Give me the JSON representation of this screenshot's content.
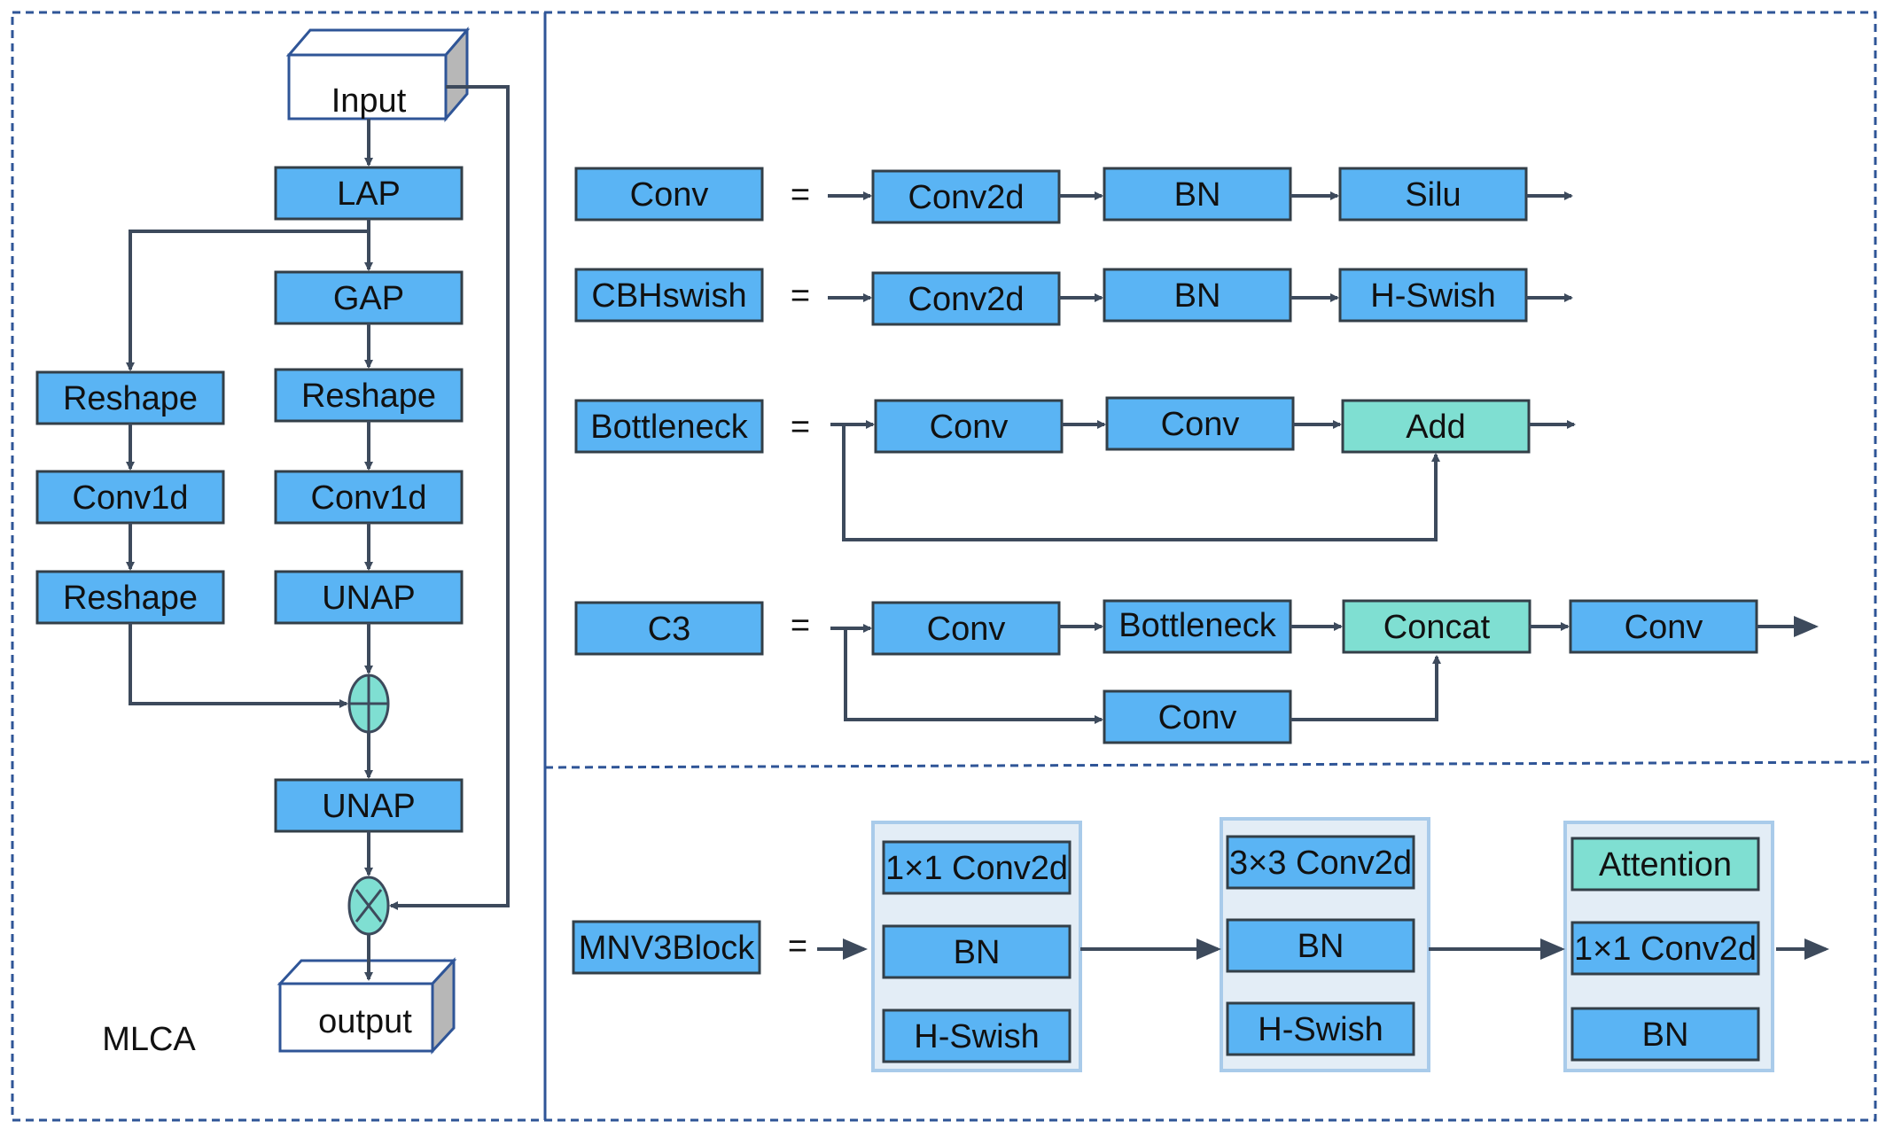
{
  "colors": {
    "block_fill": "#5ab4f4",
    "teal_fill": "#7fdfd2",
    "arrow": "#3d4a5c",
    "border_dash": "#2f5597",
    "group_fill": "#e3edf6",
    "group_stroke": "#a9cbea"
  },
  "mlca": {
    "caption": "MLCA",
    "input": "Input",
    "output": "output",
    "lap": "LAP",
    "gap": "GAP",
    "left_reshape1": "Reshape",
    "left_conv1d": "Conv1d",
    "left_reshape2": "Reshape",
    "right_reshape": "Reshape",
    "right_conv1d": "Conv1d",
    "right_unap": "UNAP",
    "unap": "UNAP",
    "add_op_icon": "circle-plus-icon",
    "mul_op_icon": "circle-times-icon"
  },
  "definitions": {
    "conv": {
      "name": "Conv",
      "eq": "=",
      "steps": [
        "Conv2d",
        "BN",
        "Silu"
      ]
    },
    "cbhswish": {
      "name": "CBHswish",
      "eq": "=",
      "steps": [
        "Conv2d",
        "BN",
        "H-Swish"
      ]
    },
    "bottleneck": {
      "name": "Bottleneck",
      "eq": "=",
      "steps": [
        "Conv",
        "Conv",
        "Add"
      ]
    },
    "c3": {
      "name": "C3",
      "eq": "=",
      "steps": [
        "Conv",
        "Bottleneck",
        "Concat",
        "Conv"
      ],
      "branch": "Conv"
    }
  },
  "mnv3block": {
    "name": "MNV3Block",
    "eq": "=",
    "groups": [
      [
        "1×1 Conv2d",
        "BN",
        "H-Swish"
      ],
      [
        "3×3 Conv2d",
        "BN",
        "H-Swish"
      ],
      [
        "Attention",
        "1×1 Conv2d",
        "BN"
      ]
    ]
  }
}
